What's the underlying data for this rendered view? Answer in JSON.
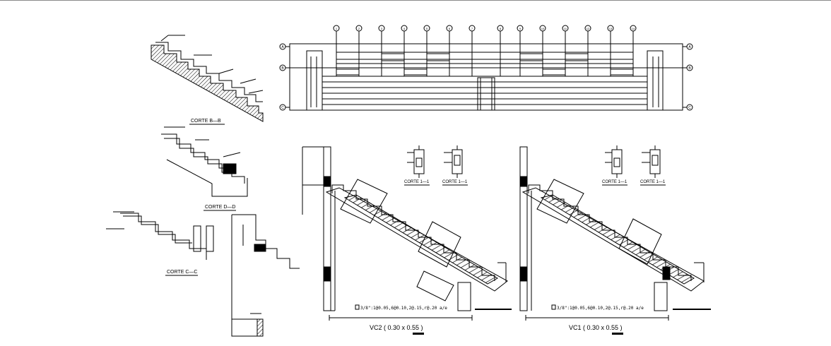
{
  "titles": {
    "corte_b": "CORTE  B—B",
    "corte_d": "CORTE  D—D",
    "corte_c": "CORTE  C—C",
    "corte_11_a": "CORTE  1—1",
    "corte_11_b": "CORTE  1—1",
    "corte_11_c": "CORTE  1—1",
    "corte_11_d": "CORTE  1—1",
    "vc2": "VC2 ( 0.30 x 0.55 )",
    "vc1": "VC1 ( 0.30 x 0.55 )"
  },
  "notes": {
    "stirrup_vc2": "3/8\":1@0.05,6@0.10,2@.15,r@.20 a/e",
    "stirrup_vc1": "3/8\":1@0.05,6@0.10,2@.15,r@.20 a/e"
  },
  "plan": {
    "row_axes": [
      "A",
      "B",
      "C"
    ],
    "column_axes": [
      "1",
      "2",
      "3",
      "4",
      "5",
      "6",
      "7",
      "8",
      "9",
      "10",
      "11",
      "12",
      "13",
      "14"
    ]
  },
  "colors": {
    "line": "#000000",
    "background": "#ffffff",
    "frame": "#8a8a8a"
  }
}
